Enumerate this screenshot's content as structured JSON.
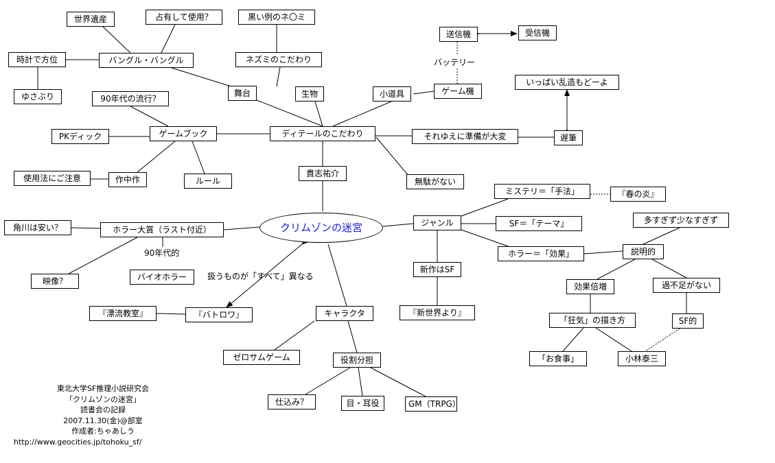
{
  "center": "クリムゾンの迷宮",
  "nodes": {
    "detail": "ディテールのこだわり",
    "kishi": "貴志祐介",
    "butai": "舞台",
    "seibutsu": "生物",
    "kodougu": "小道具",
    "mudanai": "無駄がない",
    "soreyue": "それゆえに準備が大変",
    "chihitsu": "遅筆",
    "ippai": "いっぱい乱造もどーよ",
    "bangle": "バングル・バングル",
    "sekai": "世界遺産",
    "senyuu": "占有して使用？",
    "tokei": "時計で方位",
    "yusaburi": "ゆさぶり",
    "kuroi": "黒い例のネ〇ミ",
    "nezumi": "ネズミのこだわり",
    "soushin": "送信機",
    "jushin": "受信機",
    "gameki": "ゲーム機",
    "gamebook": "ゲームブック",
    "ryuko": "90年代の流行？",
    "pk": "PKディック",
    "shiyou": "使用法にご注意",
    "sakuchu": "作中作",
    "rule": "ルール",
    "horror": "ホラー大賞（ラスト付近）",
    "kadokawa": "角川は安い？",
    "eizou": "映像？",
    "bio": "バイオホラー",
    "hyouryu": "『漂流教室』",
    "batorowa": "『バトロワ』",
    "chara": "キャラクタ",
    "zerosum": "ゼロサムゲーム",
    "yakuwari": "役割分担",
    "shikomi": "仕込み？",
    "me": "目・耳役",
    "gm": "GM（TRPG）",
    "genre": "ジャンル",
    "mystery": "ミステリ＝「手法」",
    "haru": "『春の炎』",
    "sf": "SF＝「テーマ」",
    "horror2": "ホラー＝「効果」",
    "shinsaku": "新作はSF",
    "shinsekai": "『新世界より』",
    "ousugi": "多すぎず少なすぎず",
    "setsumei": "説明的",
    "kouka": "効果倍増",
    "kafusoku": "過不足がない",
    "kyouki": "「狂気」の描き方",
    "sfteki": "SF的",
    "oshokuji": "「お食事」",
    "kobayashi": "小林泰三"
  },
  "labels": {
    "battery": "バッテリー",
    "nineties": "90年代的",
    "subete": "扱うものが「すべて」異なる"
  },
  "credits": [
    "東北大学SF推理小説研究会",
    "「クリムゾンの迷宮」",
    "読書会の記録",
    "2007.11.30(金)@部室",
    "作成者:ちゃあしう",
    "http://www.geocities.jp/tohoku_sf/"
  ]
}
